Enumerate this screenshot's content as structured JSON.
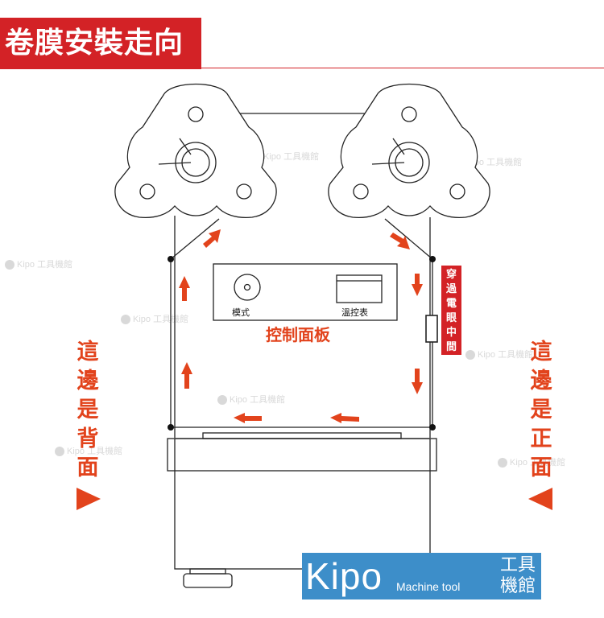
{
  "title": "卷膜安裝走向",
  "panel": {
    "label": "控制面板",
    "mode_label": "模式",
    "temp_label": "溫控表"
  },
  "sensor_label": [
    "穿",
    "過",
    "電",
    "眼",
    "中",
    "間"
  ],
  "back_label": [
    "這",
    "邊",
    "是",
    "背",
    "面"
  ],
  "front_label": [
    "這",
    "邊",
    "是",
    "正",
    "面"
  ],
  "brand": {
    "name": "Kipo",
    "subtitle": "Machine tool",
    "cn_line1": "工具",
    "cn_line2": "機館"
  },
  "watermark": "Kipo 工具機館",
  "colors": {
    "accent_red": "#d32226",
    "arrow_orange": "#e2431c",
    "line": "#222222",
    "brand_blue": "#3d8ec9"
  }
}
